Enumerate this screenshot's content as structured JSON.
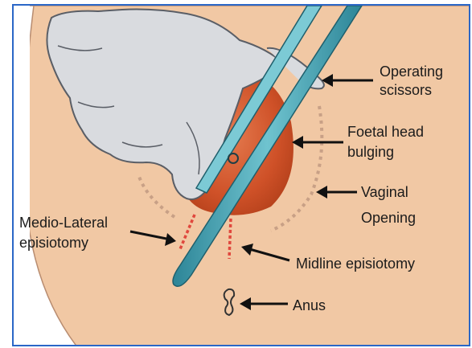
{
  "labels": {
    "operating_scissors": [
      "Operating",
      "scissors"
    ],
    "foetal_head": [
      "Foetal head",
      "bulging"
    ],
    "vaginal_opening": [
      "Vaginal",
      "Opening"
    ],
    "medio_lateral": [
      "Medio-Lateral",
      "episiotomy"
    ],
    "midline": "Midline episiotomy",
    "anus": "Anus"
  },
  "colors": {
    "skin": "#f1c8a4",
    "head": "#d0552a",
    "glove": "#d9dbdf",
    "scissors": "#3f9fb0",
    "incision": "#e0473d",
    "dotted": "#c8a086",
    "frame": "#2b67c7"
  }
}
